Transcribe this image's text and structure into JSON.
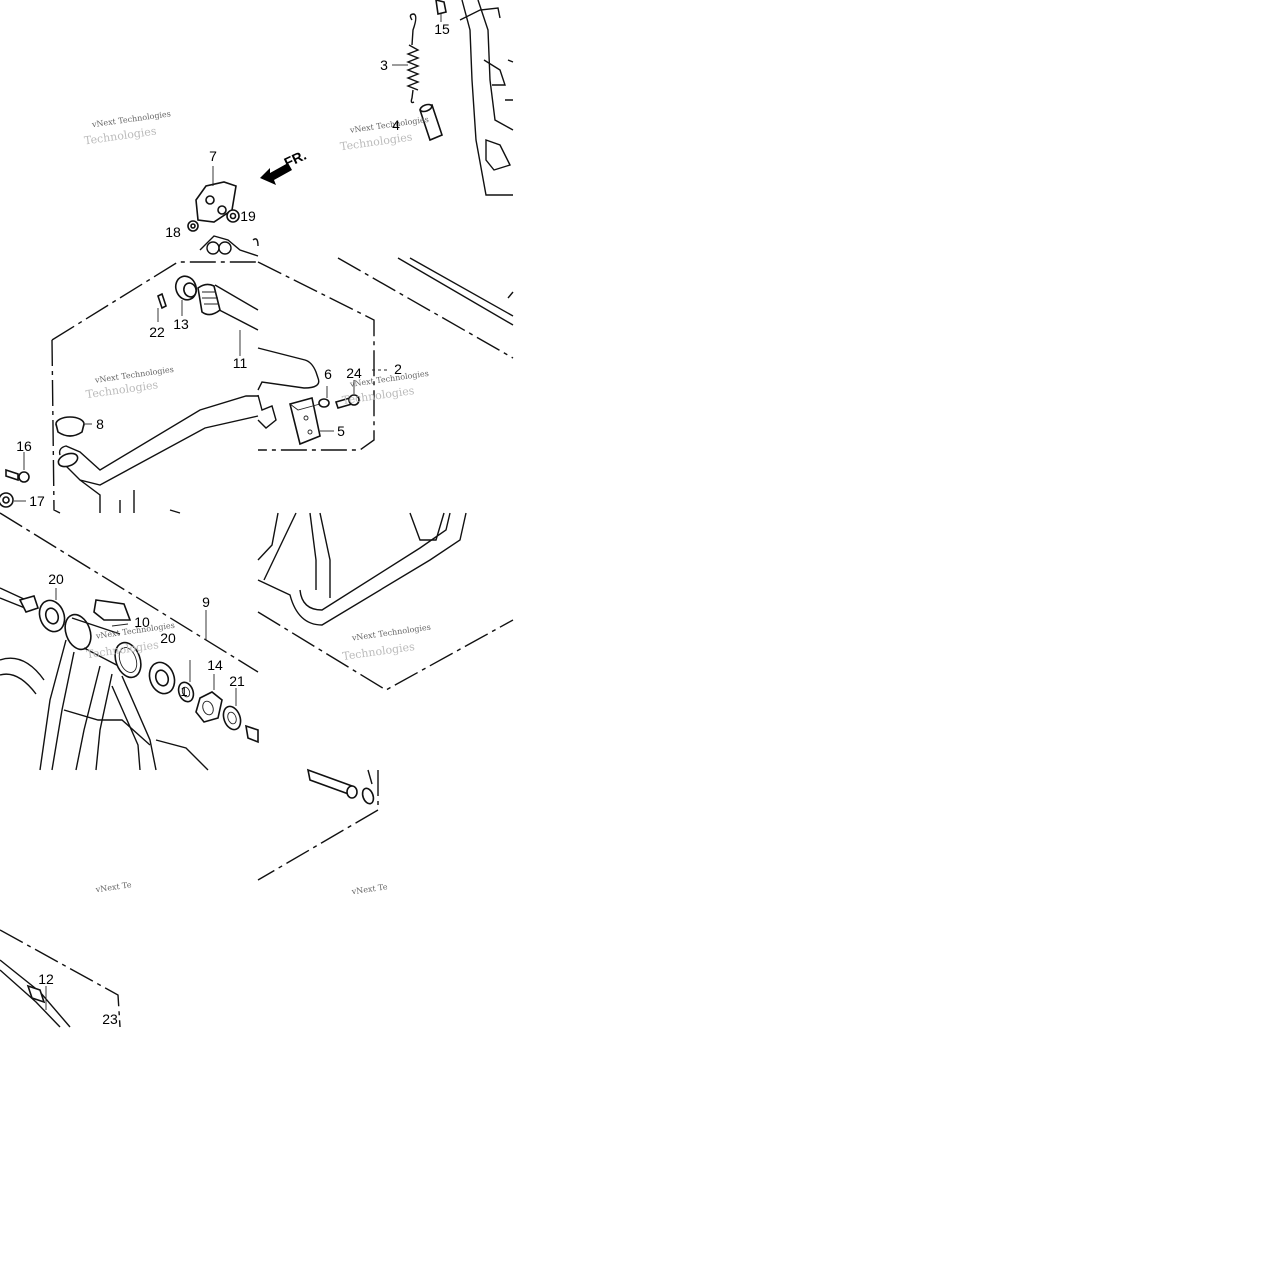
{
  "diagram": {
    "direction_marker": "FR.",
    "watermark": {
      "line1": "vNext Technologies",
      "line2": "Technologies",
      "partial": "vNext Te"
    },
    "callouts": [
      {
        "id": "c1",
        "text": "1"
      },
      {
        "id": "c2",
        "text": "2"
      },
      {
        "id": "c3",
        "text": "3"
      },
      {
        "id": "c4",
        "text": "4"
      },
      {
        "id": "c5",
        "text": "5"
      },
      {
        "id": "c6",
        "text": "6"
      },
      {
        "id": "c7",
        "text": "7"
      },
      {
        "id": "c8",
        "text": "8"
      },
      {
        "id": "c9",
        "text": "9"
      },
      {
        "id": "c10",
        "text": "10"
      },
      {
        "id": "c11",
        "text": "11"
      },
      {
        "id": "c12",
        "text": "12"
      },
      {
        "id": "c13",
        "text": "13"
      },
      {
        "id": "c14",
        "text": "14"
      },
      {
        "id": "c15",
        "text": "15"
      },
      {
        "id": "c16",
        "text": "16"
      },
      {
        "id": "c17",
        "text": "17"
      },
      {
        "id": "c18",
        "text": "18"
      },
      {
        "id": "c19",
        "text": "19"
      },
      {
        "id": "c20a",
        "text": "20"
      },
      {
        "id": "c20b",
        "text": "20"
      },
      {
        "id": "c21",
        "text": "21"
      },
      {
        "id": "c22",
        "text": "22"
      },
      {
        "id": "c23",
        "text": "23"
      },
      {
        "id": "c24",
        "text": "24"
      }
    ]
  }
}
